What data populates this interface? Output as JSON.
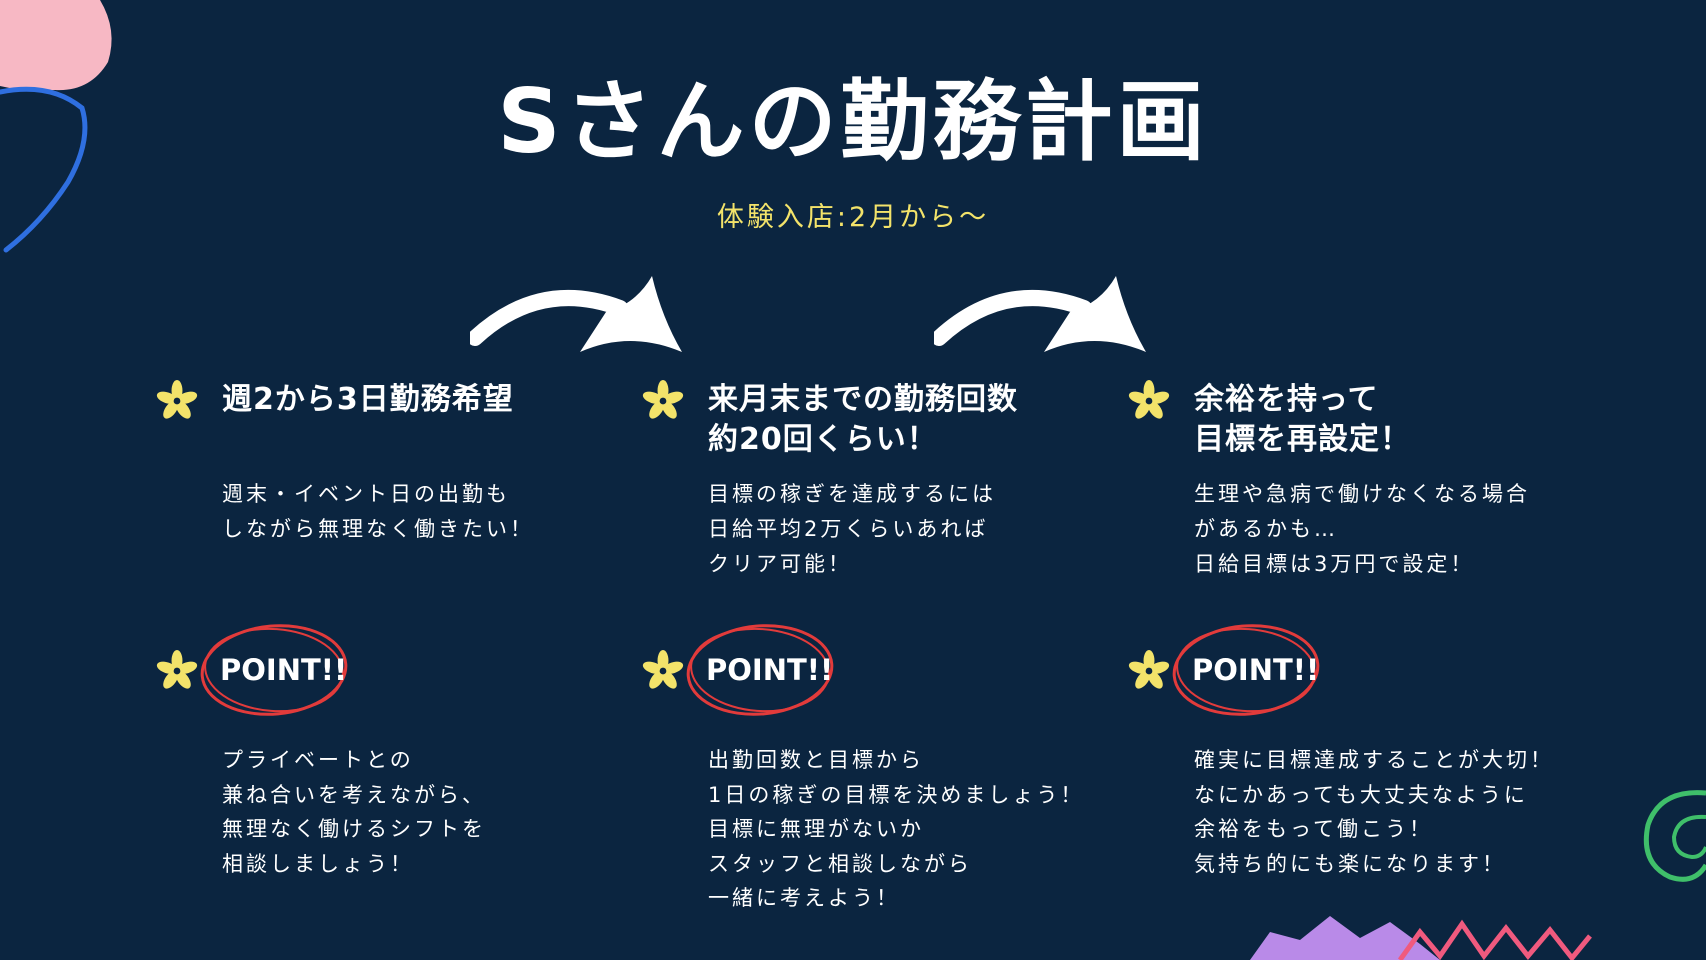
{
  "title": "Sさんの勤務計画",
  "subtitle": "体験入店:2月から〜",
  "columns": [
    {
      "heading": "週2から3日勤務希望",
      "body": "週末・イベント日の出勤も\nしながら無理なく働きたい！",
      "point_label": "POINT!!",
      "point_text": "プライベートとの\n兼ね合いを考えながら、\n無理なく働けるシフトを\n相談しましょう！"
    },
    {
      "heading": "来月末までの勤務回数\n約20回くらい！",
      "body": "目標の稼ぎを達成するには\n日給平均2万くらいあれば\nクリア可能！",
      "point_label": "POINT!!",
      "point_text": "出勤回数と目標から\n1日の稼ぎの目標を決めましょう！\n目標に無理がないか\nスタッフと相談しながら\n一緒に考えよう！"
    },
    {
      "heading": "余裕を持って\n目標を再設定！",
      "body": "生理や急病で働けなくなる場合\nがあるかも…\n日給目標は3万円で設定！",
      "point_label": "POINT!!",
      "point_text": "確実に目標達成することが大切！\nなにかあっても大丈夫なように\n余裕をもって働こう！\n気持ち的にも楽になります！"
    }
  ],
  "colors": {
    "background": "#0b2540",
    "accent_yellow": "#f3e36a",
    "circle_red": "#e23b3b",
    "deco_pink": "#f7b8c4",
    "deco_blue": "#2f6fe0",
    "deco_green": "#3fbf6a",
    "deco_purple": "#b98ae8"
  },
  "icons": [
    "flower-icon",
    "arrow-icon",
    "red-circle-icon"
  ]
}
